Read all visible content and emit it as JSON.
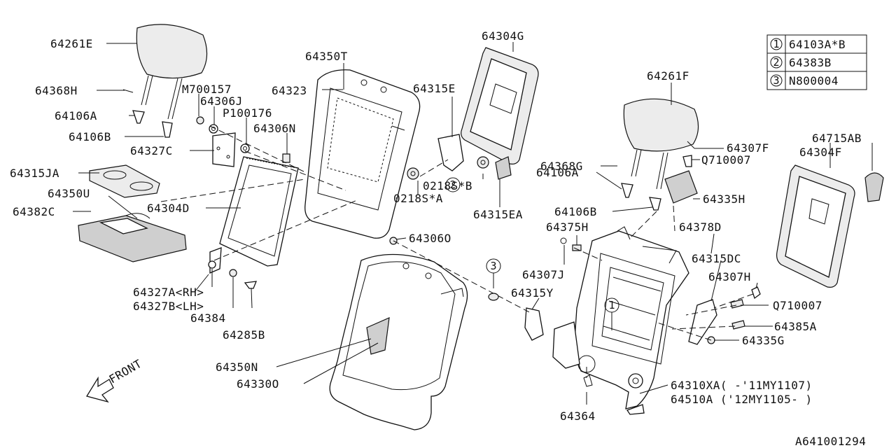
{
  "labels": {
    "p64261E": "64261E",
    "p64368H": "64368H",
    "p64106A_l": "64106A",
    "p64106B_l": "64106B",
    "pM700157": "M700157",
    "p64306J": "64306J",
    "pP100176": "P100176",
    "p64306N": "64306N",
    "p64327C": "64327C",
    "p64315JA": "64315JA",
    "p64350U": "64350U",
    "p64382C": "64382C",
    "p64304D": "64304D",
    "p64327A": "64327A<RH>",
    "p64327B": "64327B<LH>",
    "p64384": "64384",
    "p64285B": "64285B",
    "p64350T": "64350T",
    "p64323": "64323",
    "p64304G": "64304G",
    "p64315E": "64315E",
    "p0218SB": "0218S*B",
    "p0218SA": "0218S*A",
    "p64315EA": "64315EA",
    "p64306O": "64306O",
    "p64350N": "64350N",
    "p64330O": "64330O",
    "front": "FRONT",
    "p64261F": "64261F",
    "p64307F": "64307F",
    "pQ710007a": "Q710007",
    "p64368G": "64368G",
    "p64106A_r": "64106A",
    "p64335H": "64335H",
    "p64106B_r": "64106B",
    "p64375H": "64375H",
    "p64378D": "64378D",
    "p64307J": "64307J",
    "p64315DC": "64315DC",
    "p64307H": "64307H",
    "p64315Y": "64315Y",
    "pQ710007b": "Q710007",
    "p64385A": "64385A",
    "p64335G": "64335G",
    "p64310XA": "64310XA( -'11MY1107)",
    "p64510A": "64510A  ('12MY1105- )",
    "p64364": "64364",
    "p64715AB": "64715AB",
    "p64304F": "64304F",
    "diagram_id": "A641001294"
  },
  "legend": [
    {
      "num": "1",
      "part": "64103A*B"
    },
    {
      "num": "2",
      "part": "64383B"
    },
    {
      "num": "3",
      "part": "N800004"
    }
  ],
  "callouts": {
    "c2": "2",
    "c3": "3",
    "c1": "1"
  }
}
